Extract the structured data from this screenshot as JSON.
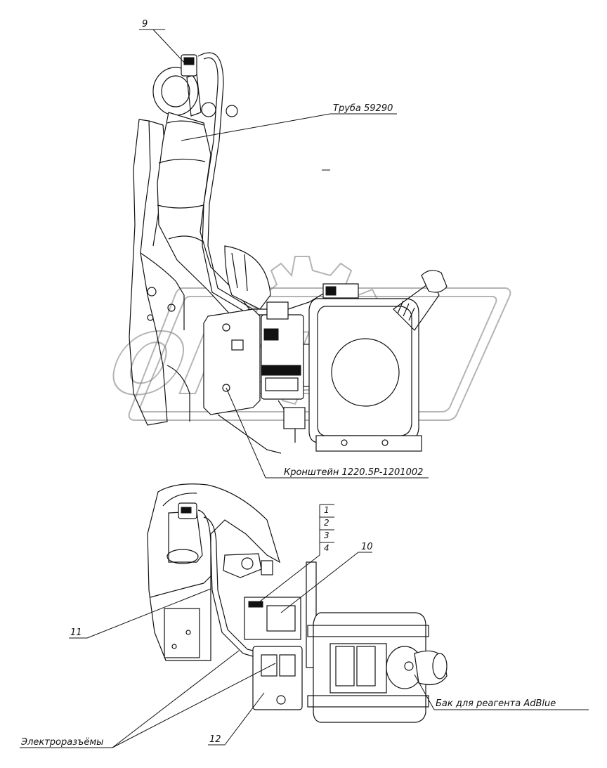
{
  "watermark": {
    "text": "OPEX",
    "color": "#777777"
  },
  "callouts": {
    "c9": "9",
    "pipe": "Труба 59290",
    "bracket": "Кронштейн 1220.5Р-1201002",
    "c1": "1",
    "c2": "2",
    "c3": "3",
    "c4": "4",
    "c10": "10",
    "c11": "11",
    "tank": "Бак для реагента AdBlue",
    "connectors": "Электроразъёмы",
    "c12": "12"
  },
  "colors": {
    "line": "#111111",
    "background": "#ffffff"
  }
}
